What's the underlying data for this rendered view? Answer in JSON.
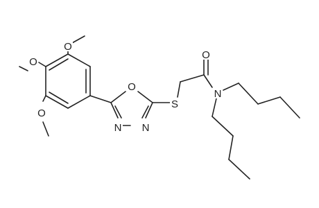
{
  "atoms": {
    "o_methoxy_top": "O",
    "o_methoxy_left": "O",
    "o_methoxy_bottom": "O",
    "o_ring": "O",
    "n_ring_left": "N",
    "n_ring_right": "N",
    "s_thioether": "S",
    "o_carbonyl": "O",
    "n_amide": "N"
  }
}
